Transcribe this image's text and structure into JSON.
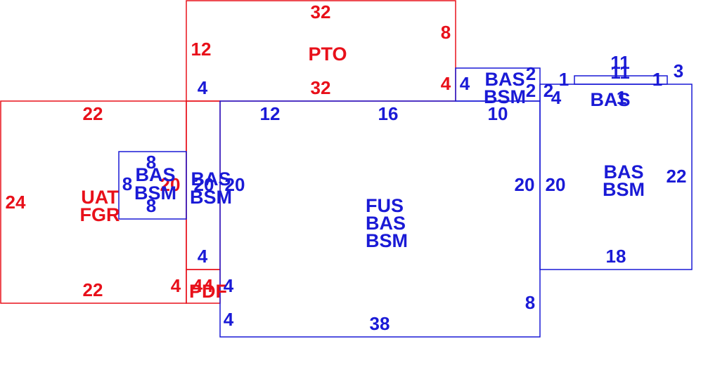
{
  "colors": {
    "red": "#e8101a",
    "blue": "#1a1ad6",
    "background": "#ffffff"
  },
  "areas": {
    "pto": {
      "codes": [
        "PTO"
      ],
      "dims": [
        "32",
        "8",
        "12",
        "4",
        "32",
        "4"
      ]
    },
    "uat_fgr": {
      "codes": [
        "UAT",
        "FGR"
      ],
      "dims": [
        "22",
        "24",
        "22",
        "4",
        "20"
      ]
    },
    "bas_small_left": {
      "codes": [
        "BAS",
        "BSM"
      ],
      "dims": [
        "8",
        "8",
        "8"
      ]
    },
    "bas_strip": {
      "codes": [
        "BAS",
        "BSM"
      ],
      "dims": [
        "20",
        "20",
        "4",
        "4"
      ]
    },
    "pdf": {
      "codes": [
        "PDF"
      ],
      "dims": [
        "4",
        "4",
        "4"
      ]
    },
    "fus_main": {
      "codes": [
        "FUS",
        "BAS",
        "BSM"
      ],
      "dims": [
        "12",
        "16",
        "10",
        "20",
        "8",
        "38",
        "4"
      ]
    },
    "bas_top_small": {
      "codes": [
        "BAS",
        "BSM"
      ],
      "dims": [
        "4",
        "2",
        "2",
        "2",
        "4"
      ]
    },
    "bas_right": {
      "codes": [
        "BAS",
        "BSM"
      ],
      "dims": [
        "20",
        "22",
        "18",
        "1",
        "1",
        "3"
      ]
    },
    "bas_top_right": {
      "codes": [
        "BAS"
      ],
      "dims": [
        "11",
        "11",
        "1"
      ]
    }
  }
}
